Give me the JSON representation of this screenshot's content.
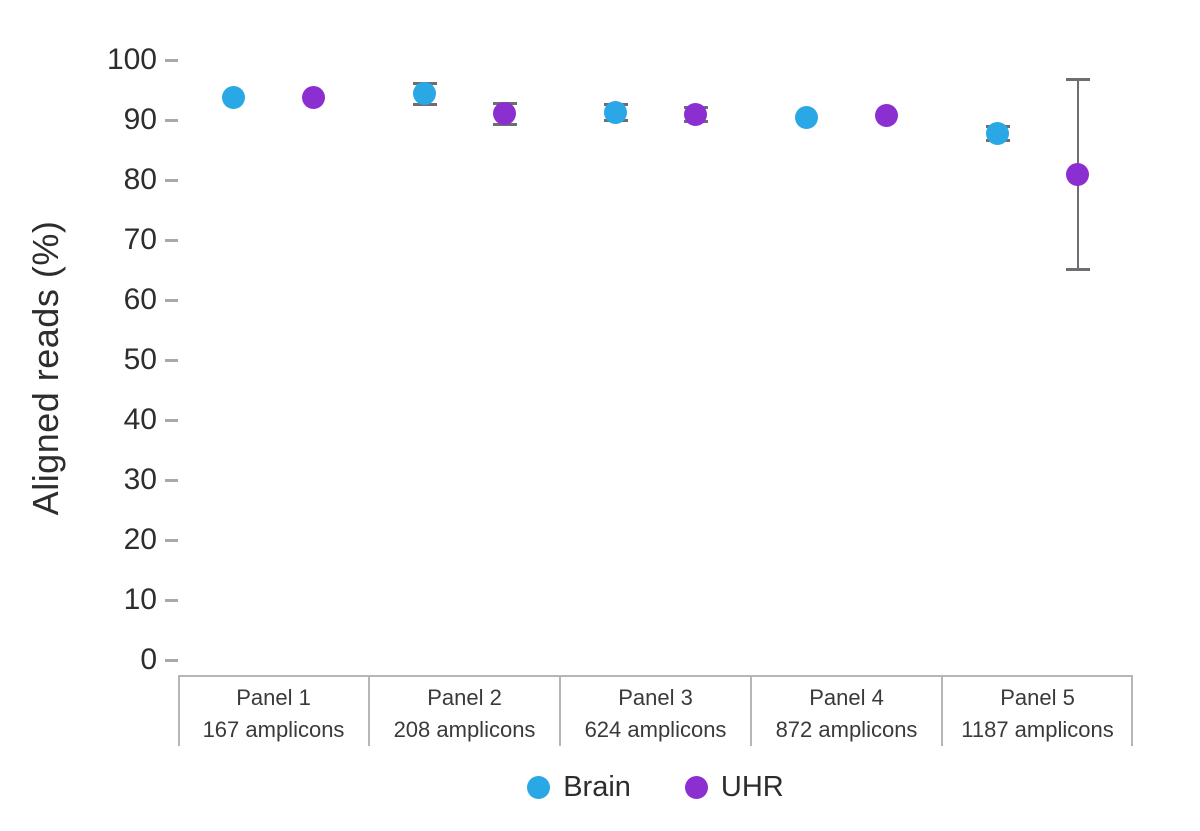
{
  "chart_data": {
    "type": "scatter",
    "title": "",
    "xlabel": "",
    "ylabel": "Aligned reads (%)",
    "ylim": [
      0,
      100
    ],
    "ytick_step": 10,
    "grid": false,
    "legend_position": "bottom-center",
    "categories": [
      {
        "label": "Panel 1",
        "sublabel": "167 amplicons"
      },
      {
        "label": "Panel 2",
        "sublabel": "208 amplicons"
      },
      {
        "label": "Panel 3",
        "sublabel": "624 amplicons"
      },
      {
        "label": "Panel 4",
        "sublabel": "872 amplicons"
      },
      {
        "label": "Panel 5",
        "sublabel": "1187 amplicons"
      }
    ],
    "series": [
      {
        "name": "Brain",
        "color": "#2aa7e5",
        "values": [
          93.7,
          94.4,
          91.3,
          90.5,
          87.8
        ],
        "errors": [
          null,
          1.7,
          1.3,
          null,
          1.2
        ]
      },
      {
        "name": "UHR",
        "color": "#8c2fd0",
        "values": [
          93.7,
          91.1,
          91.0,
          90.7,
          81.0
        ],
        "errors": [
          null,
          1.8,
          1.1,
          null,
          15.8
        ]
      }
    ],
    "colors": {
      "error_bar": "#6d6e71",
      "axis_text": "#2d2d2d",
      "tick_mark": "#a7a9ac",
      "panel_border": "#b4b6b8"
    }
  }
}
